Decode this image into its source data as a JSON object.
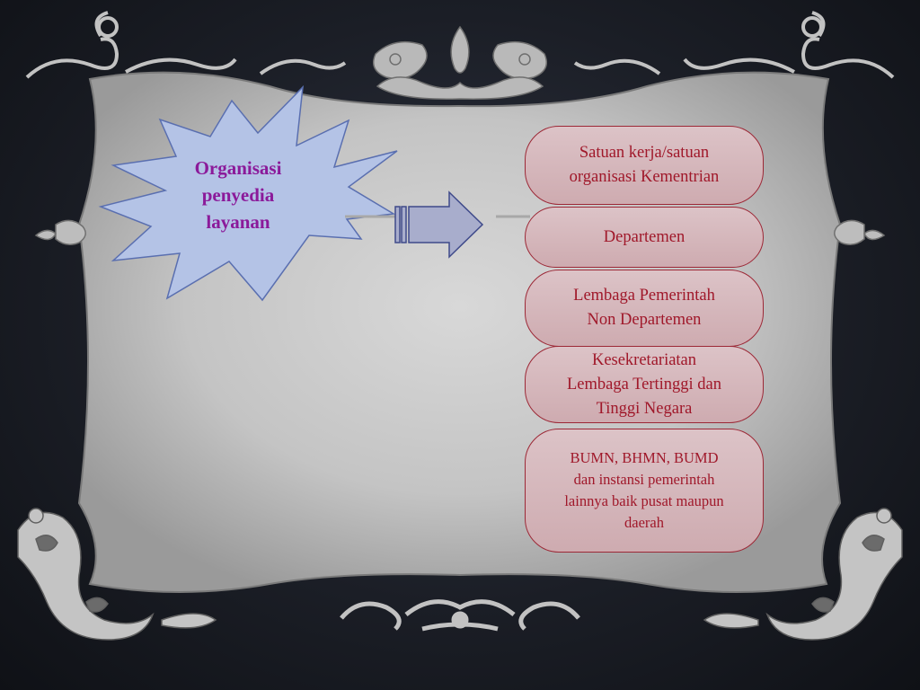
{
  "diagram": {
    "source": {
      "label_lines": [
        "Organisasi",
        "penyedia",
        "layanan"
      ]
    },
    "targets": [
      {
        "lines": [
          "Satuan kerja/satuan",
          "organisasi Kementrian"
        ]
      },
      {
        "lines": [
          "Departemen"
        ]
      },
      {
        "lines": [
          "Lembaga Pemerintah",
          "Non Departemen"
        ]
      },
      {
        "lines": [
          "Kesekretariatan",
          "Lembaga Tertinggi dan",
          "Tinggi Negara"
        ]
      },
      {
        "lines": [
          "BUMN, BHMN, BUMD",
          "dan instansi pemerintah",
          "lainnya baik pusat maupun",
          "daerah"
        ]
      }
    ]
  },
  "colors": {
    "burst_fill": "#b4c3e6",
    "burst_stroke": "#5a6fb0",
    "source_text": "#8b1a9a",
    "target_fill": "#d4b7bb",
    "target_stroke": "#9c2836",
    "target_text": "#a0182a",
    "arrow_fill": "#a8adcc",
    "arrow_stroke": "#3f4a8a"
  }
}
